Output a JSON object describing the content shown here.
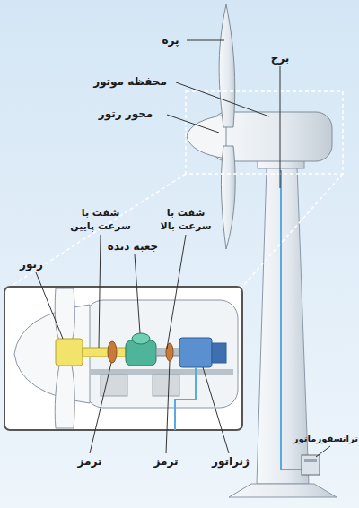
{
  "diagram": {
    "labels": [
      "پره",
      "برج",
      "محفظه موتور",
      "محور رتور",
      "شفت با سرعت پایین",
      "شفت با سرعت بالا",
      "جعبه دنده",
      "رتور",
      "ترانسفورماتور",
      "ترمز",
      "ترمز",
      "ژنراتور"
    ]
  }
}
